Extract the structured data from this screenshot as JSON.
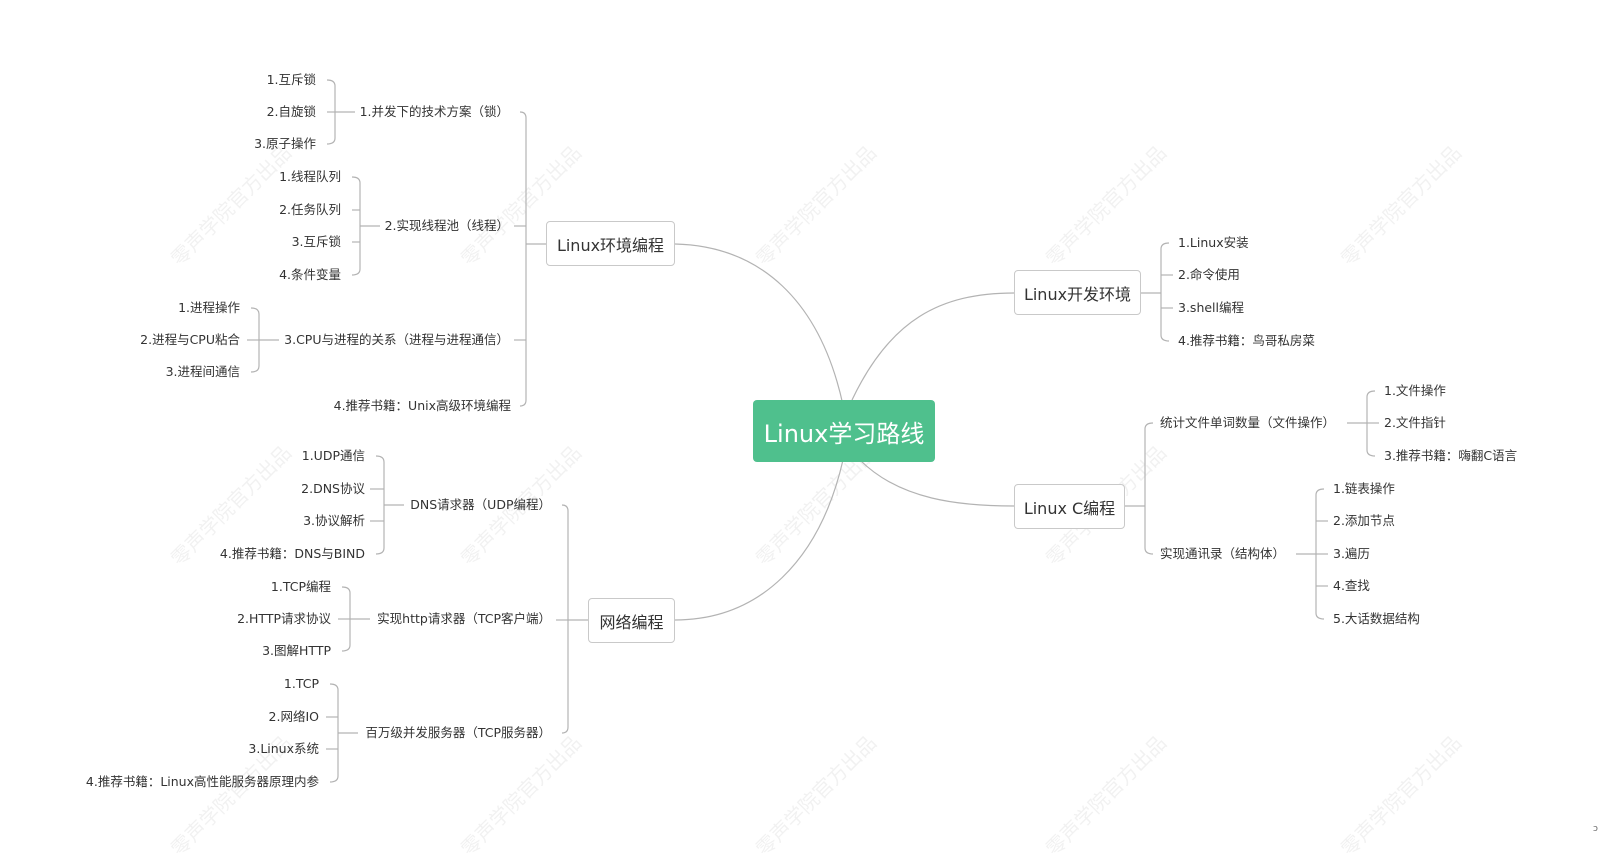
{
  "root": {
    "title": "Linux学习路线"
  },
  "colors": {
    "root_bg": "#4fc08d",
    "line": "#b3b3b3",
    "box_border": "#c9c9c9",
    "text": "#333333"
  },
  "branches": {
    "linux_env_prog": {
      "title": "Linux环境编程",
      "groups": [
        {
          "label": "1.并发下的技术方案（锁）",
          "items": [
            "1.互斥锁",
            "2.自旋锁",
            "3.原子操作"
          ]
        },
        {
          "label": "2.实现线程池（线程）",
          "items": [
            "1.线程队列",
            "2.任务队列",
            "3.互斥锁",
            "4.条件变量"
          ]
        },
        {
          "label": "3.CPU与进程的关系（进程与进程通信）",
          "items": [
            "1.进程操作",
            "2.进程与CPU粘合",
            "3.进程间通信"
          ]
        },
        {
          "label": "4.推荐书籍：Unix高级环境编程",
          "items": []
        }
      ]
    },
    "network_prog": {
      "title": "网络编程",
      "groups": [
        {
          "label": "DNS请求器（UDP编程）",
          "items": [
            "1.UDP通信",
            "2.DNS协议",
            "3.协议解析",
            "4.推荐书籍：DNS与BIND"
          ]
        },
        {
          "label": "实现http请求器（TCP客户端）",
          "items": [
            "1.TCP编程",
            "2.HTTP请求协议",
            "3.图解HTTP"
          ]
        },
        {
          "label": "百万级并发服务器（TCP服务器）",
          "items": [
            "1.TCP",
            "2.网络IO",
            "3.Linux系统",
            "4.推荐书籍：Linux高性能服务器原理内参"
          ]
        }
      ]
    },
    "linux_dev_env": {
      "title": "Linux开发环境",
      "items": [
        "1.Linux安装",
        "2.命令使用",
        "3.shell编程",
        "4.推荐书籍：鸟哥私房菜"
      ]
    },
    "linux_c": {
      "title": "Linux C编程",
      "groups": [
        {
          "label": "统计文件单词数量（文件操作）",
          "items": [
            "1.文件操作",
            "2.文件指针",
            "3.推荐书籍：嗨翻C语言"
          ]
        },
        {
          "label": "实现通讯录（结构体）",
          "items": [
            "1.链表操作",
            "2.添加节点",
            "3.遍历",
            "4.查找",
            "5.大话数据结构"
          ]
        }
      ]
    }
  },
  "watermark": {
    "text": "零声学院官方出品"
  },
  "corner_mark": "ↄ"
}
